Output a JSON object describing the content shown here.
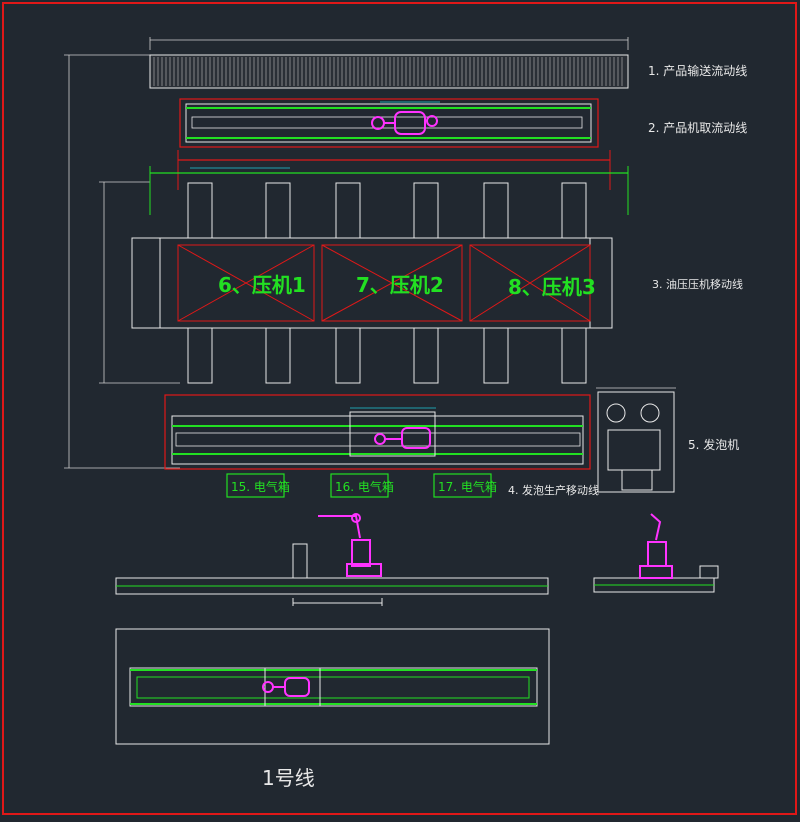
{
  "colors": {
    "background": "#212830",
    "frame": "#e01818",
    "outline": "#e8e8e8",
    "conveyor": "#22e022",
    "robot": "#ff33ff",
    "dimension": "#20c8d8",
    "press": "#f0f0f0"
  },
  "annotations": {
    "line1": "1. 产品输送流动线",
    "line2": "2. 产品机取流动线",
    "line3": "3. 油压压机移动线",
    "line4": "4. 发泡生产移动线",
    "line5": "5. 发泡机",
    "cabinet15": "15. 电气箱",
    "cabinet16": "16. 电气箱",
    "cabinet17": "17. 电气箱"
  },
  "presses": {
    "press1": "6、压机1",
    "press2": "7、压机2",
    "press3": "8、压机3"
  },
  "line_title": "1号线"
}
